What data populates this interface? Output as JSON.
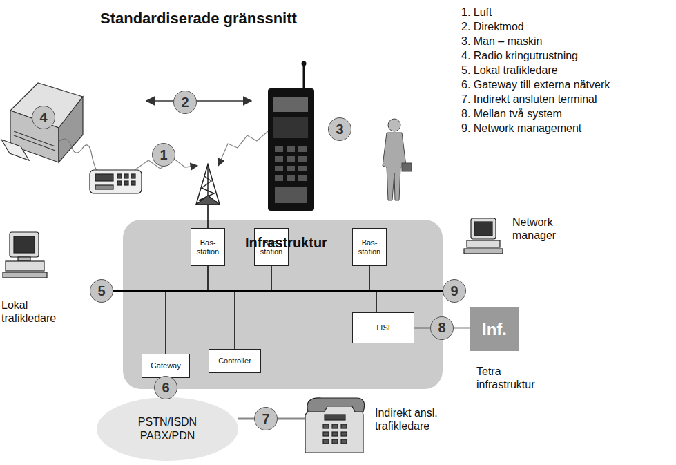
{
  "diagram": {
    "title": "Standardiserade gränssnitt",
    "nodes": [
      {
        "text": [
          "Infrastruktur"
        ]
      },
      {
        "text": [
          "Bas-station"
        ],
        "in": 0
      },
      {
        "text": [
          "Bas-station"
        ],
        "in": 0
      },
      {
        "text": [
          "Bas-station"
        ],
        "in": 0
      },
      {
        "text": [
          "Gateway"
        ],
        "in": 0
      },
      {
        "text": [
          "Controller"
        ],
        "in": 0
      },
      {
        "text": [
          "I ISI"
        ],
        "in": 0
      },
      {
        "text": [
          "Inf.",
          "Tetra infrastruktur"
        ]
      },
      {
        "text": [
          "PSTN/ISDN PABX/PDN"
        ]
      }
    ],
    "edges": [
      {
        "from": 4,
        "to": 8,
        "arrow": "none",
        "label": "6"
      },
      {
        "from": 6,
        "to": 7,
        "arrow": "none",
        "label": "8"
      }
    ],
    "labels": [
      "1. Luft",
      "2. Direktmod",
      "3. Man – maskin",
      "4. Radio kringutrustning",
      "5. Lokal trafikledare",
      "6. Gateway till externa nätverk",
      "7. Indirekt ansluten terminal",
      "8. Mellan två system",
      "9. Network management",
      "1",
      "2",
      "3",
      "4",
      "5",
      "7",
      "9",
      "Network manager",
      "Lokal trafikledare",
      "Indirekt ansl. trafikledare"
    ]
  }
}
